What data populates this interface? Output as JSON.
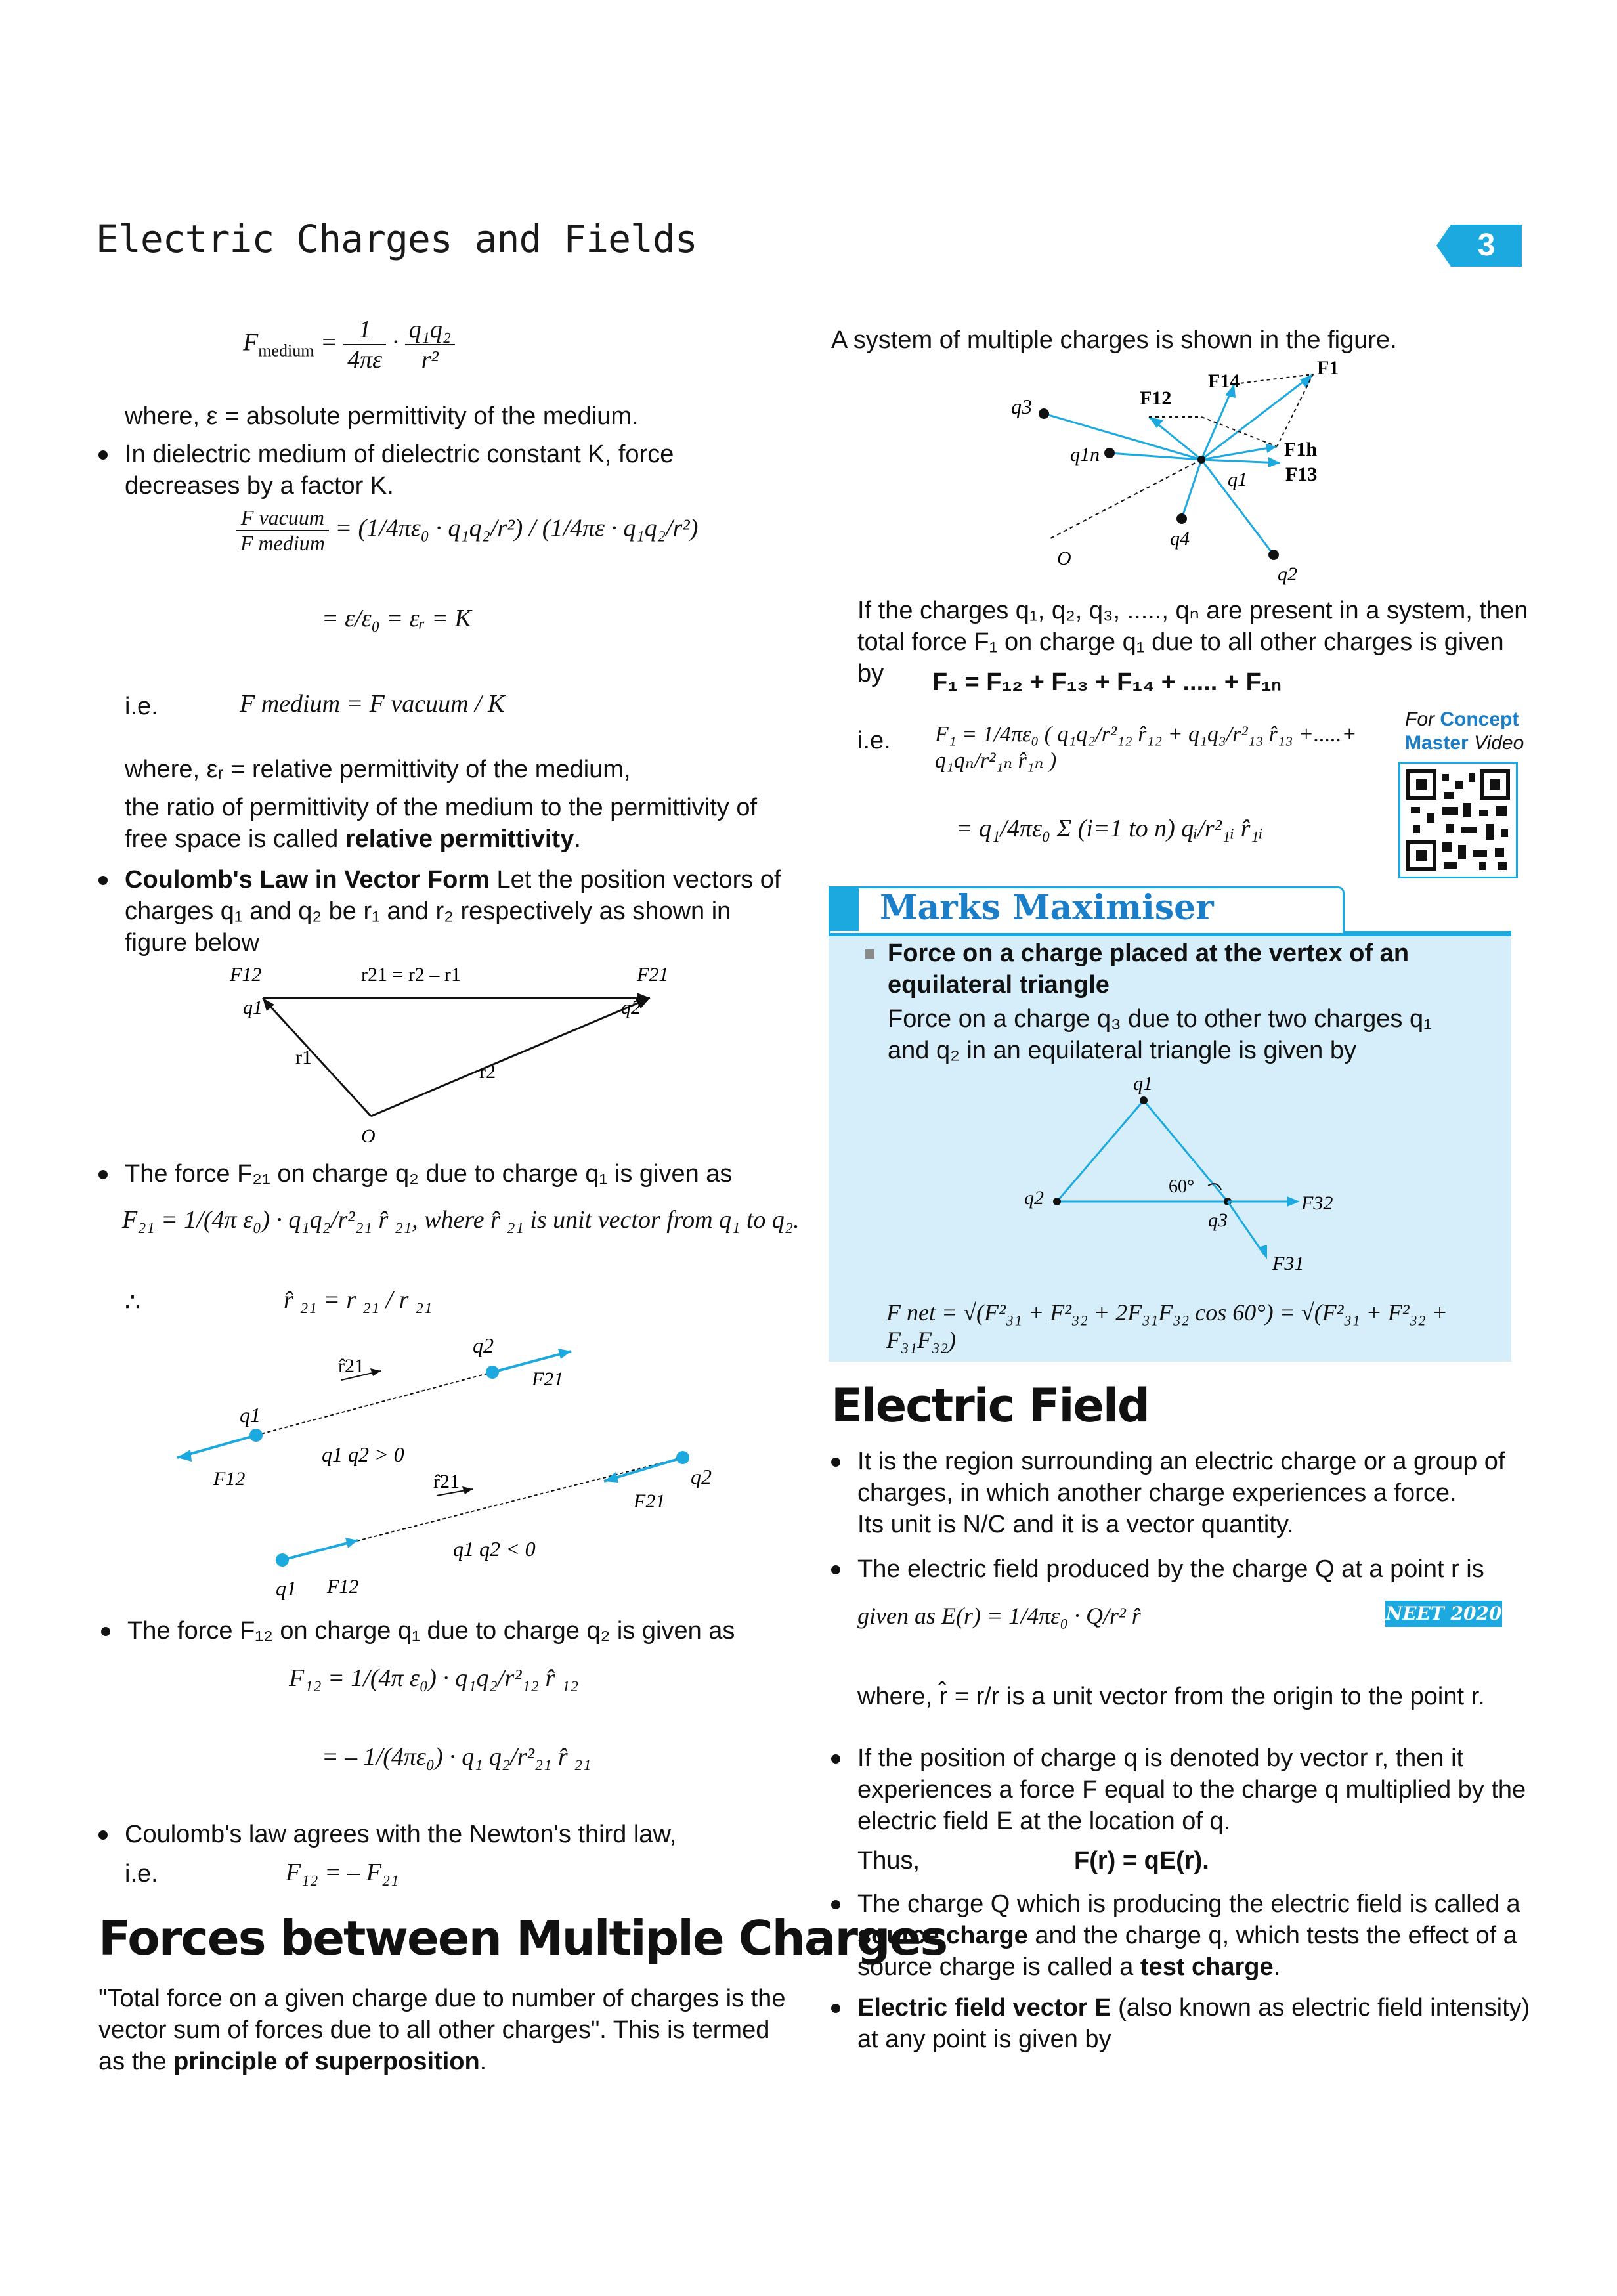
{
  "header": {
    "chapter_title": "Electric Charges and Fields",
    "page_number": "3"
  },
  "left": {
    "eq_fmedium": {
      "lhs": "F",
      "lhs_sub": "medium",
      "num": "1",
      "den": "4πε",
      "num2": "q₁q₂",
      "den2": "r²"
    },
    "where_eps": "where, ε = absolute permittivity of the medium.",
    "bullet_dielectric": "In dielectric medium of dielectric constant K, force decreases by a factor K.",
    "ratio_lhs_num": "F vacuum",
    "ratio_lhs_den": "F medium",
    "ratio_rhs": "= (1/4πε₀ · q₁q₂/r²) / (1/4πε · q₁q₂/r²)",
    "ratio_eq2": "= ε/ε₀ = εᵣ = K",
    "ie_label": "i.e.",
    "ie_eq": "F medium = F vacuum / K",
    "where_epsr": "where, εᵣ = relative permittivity of the medium,",
    "ratio_text": "the ratio of permittivity of the medium to the permittivity of free space is called",
    "ratio_bold": "relative permittivity",
    "coulomb_vec_bold": "Coulomb's Law in Vector Form",
    "coulomb_vec_text": "Let the position vectors of charges q₁ and q₂ be r₁ and r₂ respectively as shown in figure below",
    "fig1": {
      "F12": "F12",
      "q1": "q1",
      "r21eq": "r21 = r2 – r1",
      "F21": "F21",
      "q2": "q2",
      "r1": "r1",
      "r2": "r2",
      "O": "O"
    },
    "bullet_f21": "The force F₂₁ on charge q₂ due to charge q₁ is given as",
    "f21_eq": "F₂₁ = 1/(4π ε₀) · q₁q₂/r²₂₁ r̂ ₂₁, where r̂ ₂₁ is unit vector from q₁ to q₂.",
    "therefore": "∴",
    "rhat_eq": "r̂ ₂₁ = r ₂₁ / r ₂₁",
    "fig2": {
      "q2a": "q2",
      "rhat_a": "r̂21",
      "F21a": "F21",
      "q1a": "q1",
      "cond_a": "q1 q2 > 0",
      "F12a": "F12",
      "q2b": "q2",
      "rhat_b": "r̂21",
      "F21b": "F21",
      "cond_b": "q1 q2 < 0",
      "q1b": "q1",
      "F12b": "F12"
    },
    "bullet_f12": "The force F₁₂ on charge q₁ due to charge q₂ is given as",
    "f12_eq1": "F₁₂ = 1/(4π ε₀) · q₁q₂/r²₁₂ r̂ ₁₂",
    "f12_eq2": "= – 1/(4πε₀) · q₁ q₂/r²₂₁ r̂ ₂₁",
    "bullet_newton": "Coulomb's law agrees with the Newton's third law,",
    "newton_ie": "i.e.",
    "newton_eq": "F₁₂ = – F₂₁",
    "section_multi": "Forces between Multiple Charges",
    "superposition_text": "\"Total force on a given charge due to number of charges is the vector sum of forces due to all other charges\". This is termed as the",
    "superposition_bold": "principle of superposition",
    "superposition_end": "."
  },
  "right": {
    "system_text": "A system of multiple charges is shown in the figure.",
    "fig3": {
      "F14": "F14",
      "F1": "F1",
      "F12": "F12",
      "q3": "q3",
      "q1n": "q1n",
      "F1h": "F1h",
      "q1": "q1",
      "F13": "F13",
      "q4": "q4",
      "O": "O",
      "q2": "q2"
    },
    "if_text": "If the charges q₁, q₂, q₃, ....., qₙ are present in a system, then total force F₁ on charge q₁ due to all other charges is given by",
    "sum_eq": "F₁ = F₁₂ + F₁₃ + F₁₄ + ..... + F₁ₙ",
    "ie_label": "i.e.",
    "ie_eq": "F₁ = 1/4πε₀ ( q₁q₂/r²₁₂ r̂₁₂ + q₁q₃/r²₁₃ r̂₁₃ +.....+ q₁qₙ/r²₁ₙ r̂₁ₙ )",
    "sigma_eq": "= q₁/4πε₀ Σ (i=1 to n) qᵢ/r²₁ᵢ r̂₁ᵢ",
    "qr": {
      "for": "For",
      "concept": "Concept",
      "master": "Master",
      "video": "Video"
    },
    "marks_title": "Marks Maximiser",
    "mm_bold": "Force on a charge placed at the vertex of an equilateral triangle",
    "mm_text": "Force on a charge q₃ due to other two charges q₁ and q₂ in an equilateral triangle is given by",
    "fig4": {
      "q1": "q1",
      "q2": "q2",
      "angle": "60°",
      "q3": "q3",
      "F32": "F32",
      "F31": "F31"
    },
    "fnet_eq": "F net = √(F²₃₁ + F²₃₂ + 2F₃₁F₃₂ cos 60°) = √(F²₃₁ + F²₃₂ + F₃₁F₃₂)",
    "section_field": "Electric Field",
    "ef_b1": "It is the region surrounding an electric charge or a group of charges, in which another charge experiences a force.",
    "ef_b1b": "Its unit is N/C and it is a vector quantity.",
    "ef_b2": "The electric field produced by the charge Q at a point r is",
    "ef_b2_eq": "given as E(r) = 1/4πε₀ · Q/r² r̂",
    "neet": "NEET 2020",
    "ef_where": "where, r̂ = r/r is a unit vector from the origin to the point r.",
    "ef_b3": "If the position of charge q is denoted by vector r, then it experiences a force F equal to the charge q multiplied by the electric field E at the location of q.",
    "ef_thus": "Thus,",
    "ef_thus_eq": "F(r) = qE(r).",
    "ef_b4_pre": "The charge Q which is producing the electric field is called a",
    "ef_b4_b1": "source charge",
    "ef_b4_mid": "and the charge q, which tests the effect of a source charge is called a",
    "ef_b4_b2": "test charge",
    "ef_b4_end": ".",
    "ef_b5_bold": "Electric field vector E",
    "ef_b5": "(also known as electric field intensity) at any point is given by"
  }
}
